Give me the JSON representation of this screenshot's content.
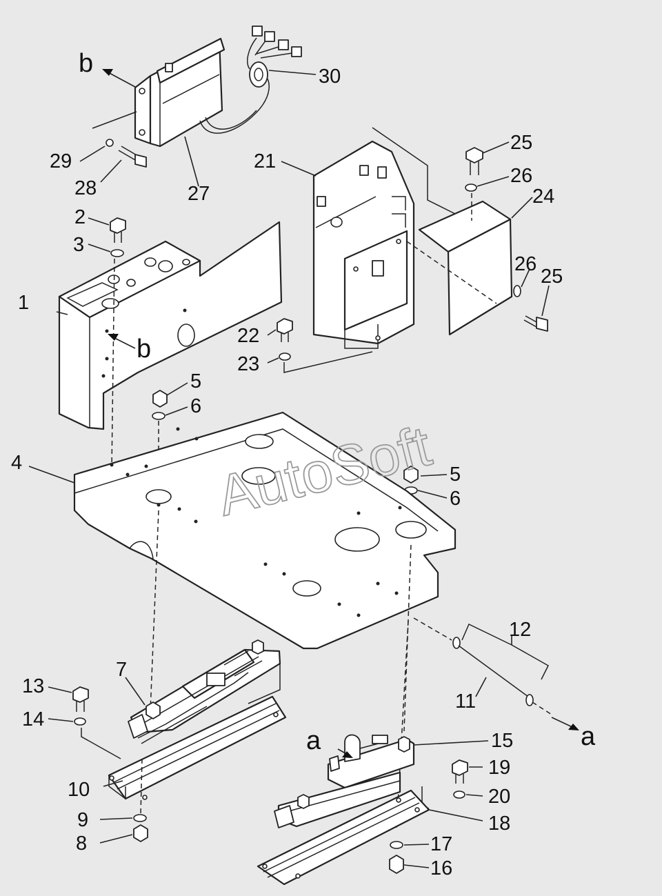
{
  "watermark": "AutoSoft",
  "ref_letters": {
    "b_top": "b",
    "b_mid": "b",
    "a_left": "a",
    "a_right": "a"
  },
  "callouts": {
    "p1": "1",
    "p2": "2",
    "p3": "3",
    "p4": "4",
    "p5a": "5",
    "p5b": "5",
    "p6a": "6",
    "p6b": "6",
    "p7": "7",
    "p8": "8",
    "p9": "9",
    "p10": "10",
    "p11": "11",
    "p12": "12",
    "p13": "13",
    "p14": "14",
    "p15": "15",
    "p16": "16",
    "p17": "17",
    "p18": "18",
    "p19": "19",
    "p20": "20",
    "p21": "21",
    "p22": "22",
    "p23": "23",
    "p24": "24",
    "p25a": "25",
    "p25b": "25",
    "p26a": "26",
    "p26b": "26",
    "p27": "27",
    "p28": "28",
    "p29": "29",
    "p30": "30"
  }
}
